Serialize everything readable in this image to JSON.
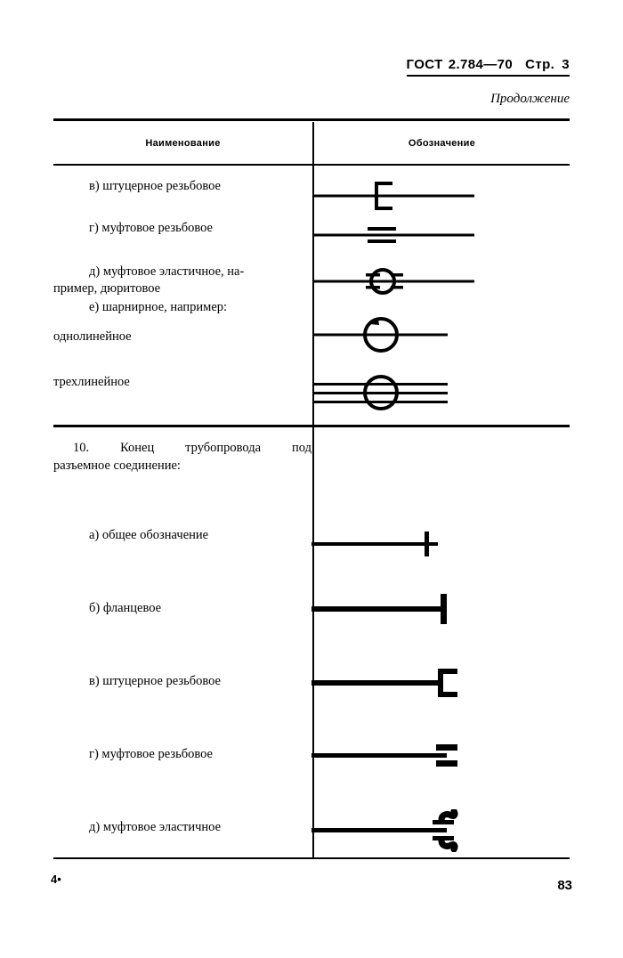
{
  "header": {
    "standard_label": "ГОСТ",
    "standard_number": "2.784—70",
    "page_label": "Стр.",
    "page_number": "3",
    "continuation": "Продолжение"
  },
  "table": {
    "columns": {
      "name": "Наименование",
      "symbol": "Обозначение"
    },
    "section_continued_rows": [
      {
        "id": "row-v-shtutsernoe",
        "label": "в)  штуцерное резьбовое",
        "symbol_name": "threaded-union-inline-symbol"
      },
      {
        "id": "row-g-muftovoe",
        "label": "г)   муфтовое резьбовое",
        "symbol_name": "threaded-coupling-inline-symbol"
      },
      {
        "id": "row-d-elastichnoe",
        "label_line1": "д) муфтовое  эластичное,  на-",
        "label_line2": "пример, дюритовое",
        "symbol_name": "elastic-coupling-inline-symbol"
      },
      {
        "id": "row-e-sharnirnoe",
        "label_line1": "е) шарнирное, например:",
        "label_line2": "однолинейное",
        "symbol_name": "hinged-joint-single-line-symbol"
      },
      {
        "id": "row-e-trehlineynoe",
        "label": "трехлинейное",
        "symbol_name": "hinged-joint-three-line-symbol"
      }
    ],
    "section10": {
      "intro_line1": "10. Конец трубопровода под",
      "intro_line2": "разъемное соединение:",
      "rows": [
        {
          "id": "row-10a",
          "label": "а)   общее обозначение",
          "symbol_name": "pipe-end-general-symbol"
        },
        {
          "id": "row-10b",
          "label": "б) фланцевое",
          "symbol_name": "pipe-end-flanged-symbol"
        },
        {
          "id": "row-10v",
          "label": "в) штуцерное резьбовое",
          "symbol_name": "pipe-end-threaded-union-symbol"
        },
        {
          "id": "row-10g",
          "label": "г) муфтовое  резьбовое",
          "symbol_name": "pipe-end-threaded-coupling-symbol"
        },
        {
          "id": "row-10d",
          "label": "д) муфтовое  эластичное",
          "symbol_name": "pipe-end-elastic-coupling-symbol"
        }
      ]
    }
  },
  "footer": {
    "signature_mark": "4",
    "page_number": "83"
  }
}
